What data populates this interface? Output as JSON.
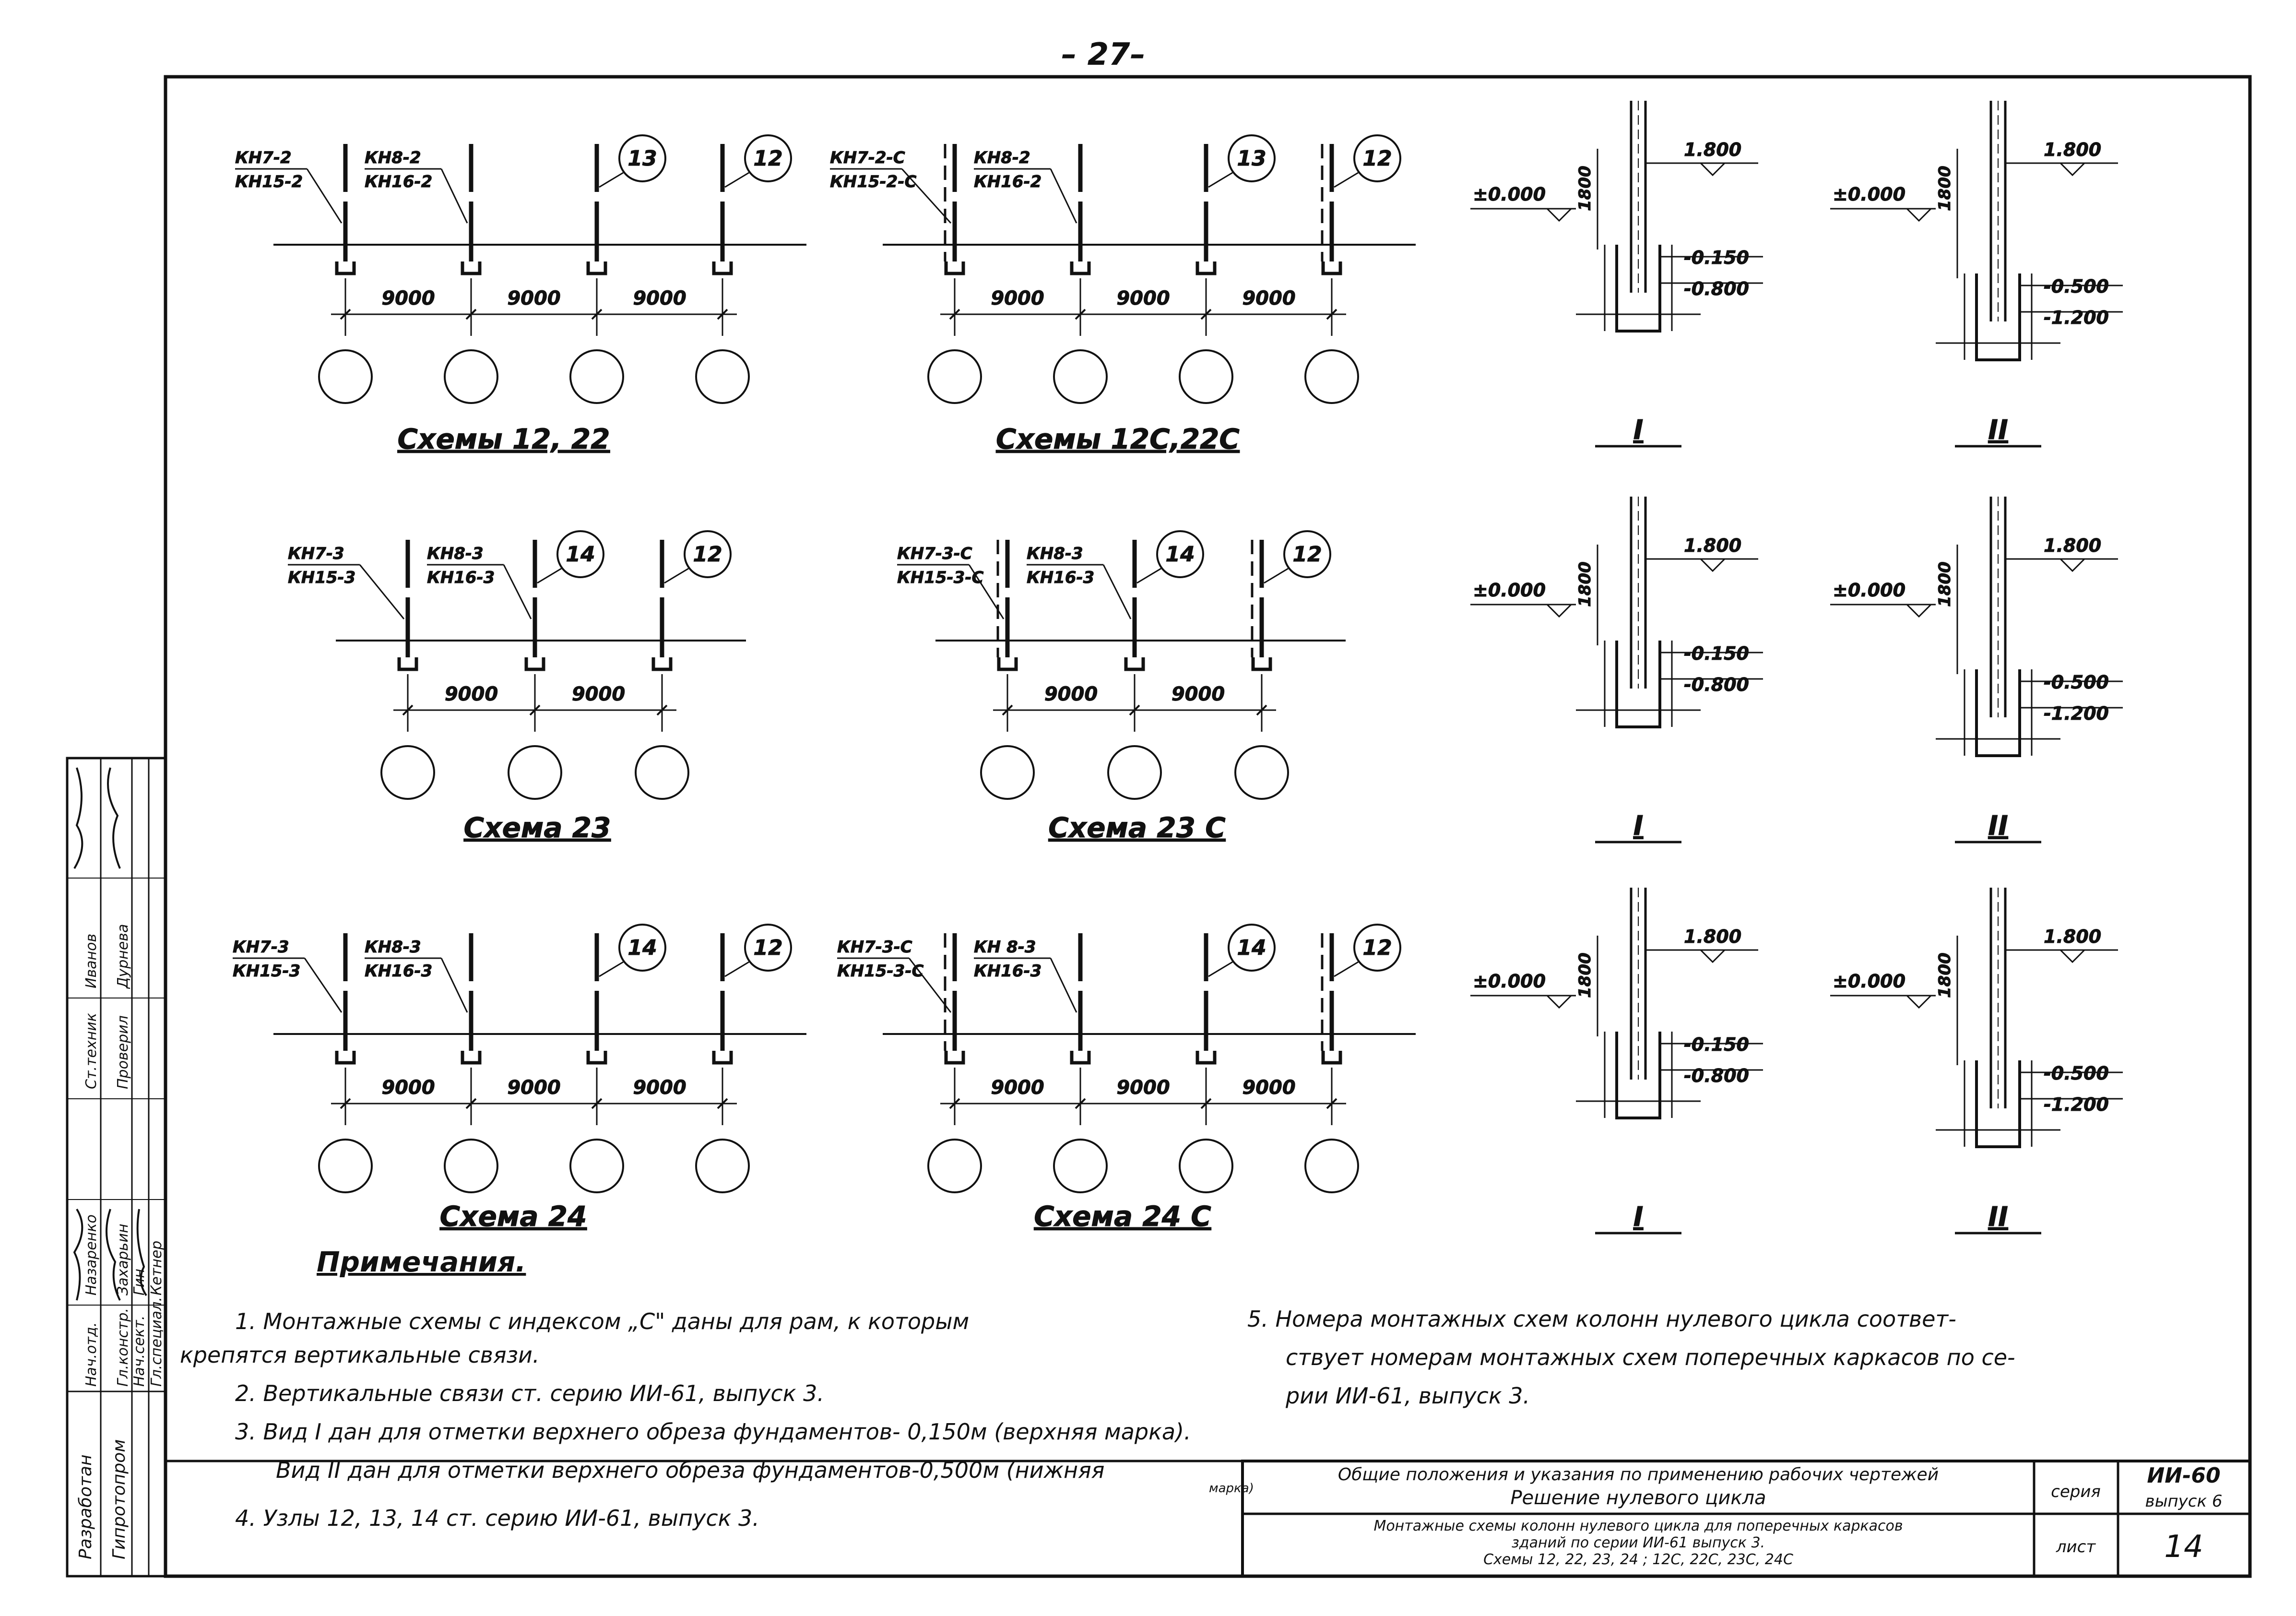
{
  "page_number": "– 27–",
  "schemes": [
    {
      "title": "Схемы 12, 22",
      "label_a1": "КН7-2",
      "label_a2": "КН15-2",
      "label_b1": "КН8-2",
      "label_b2": "КН16-2",
      "circle_a": "13",
      "circle_b": "12",
      "spans": [
        "9000",
        "9000",
        "9000"
      ]
    },
    {
      "title": "Схемы 12С,22С",
      "label_a1": "КН7-2-С",
      "label_a2": "КН15-2-С",
      "label_b1": "КН8-2",
      "label_b2": "КН16-2",
      "circle_a": "13",
      "circle_b": "12",
      "spans": [
        "9000",
        "9000",
        "9000"
      ]
    },
    {
      "title": "Схема 23",
      "label_a1": "КН7-3",
      "label_a2": "КН15-3",
      "label_b1": "КН8-3",
      "label_b2": "КН16-3",
      "circle_a": "14",
      "circle_b": "12",
      "spans": [
        "9000",
        "9000"
      ]
    },
    {
      "title": "Схема 23 С",
      "label_a1": "КН7-3-С",
      "label_a2": "КН15-3-С",
      "label_b1": "КН8-3",
      "label_b2": "КН16-3",
      "circle_a": "14",
      "circle_b": "12",
      "spans": [
        "9000",
        "9000"
      ]
    },
    {
      "title": "Схема 24",
      "label_a1": "КН7-3",
      "label_a2": "КН15-3",
      "label_b1": "КН8-3",
      "label_b2": "КН16-3",
      "circle_a": "14",
      "circle_b": "12",
      "spans": [
        "9000",
        "9000",
        "9000"
      ]
    },
    {
      "title": "Схема 24 С",
      "label_a1": "КН7-3-С",
      "label_a2": "КН15-3-С",
      "label_b1": "КН 8-3",
      "label_b2": "КН16-3",
      "circle_a": "14",
      "circle_b": "12",
      "spans": [
        "9000",
        "9000",
        "9000"
      ]
    }
  ],
  "details_I": {
    "zero": "±0.000",
    "top": "1.800",
    "height": "1800",
    "low1": "-0.150",
    "low2": "-0.800",
    "label": "I"
  },
  "details_II": {
    "zero": "±0.000",
    "top": "1.800",
    "height": "1800",
    "low1": "-0.500",
    "low2": "-1.200",
    "label": "II"
  },
  "notes": {
    "heading": "Примечания.",
    "n1a": "1.  Монтажные схемы с индексом „С\" даны для рам, к которым",
    "n1b": "крепятся вертикальные связи.",
    "n2": "2.  Вертикальные связи ст. серию ИИ-61, выпуск 3.",
    "n3a": "3.  Вид I дан для отметки верхнего обреза фундаментов- 0,150м (верхняя марка).",
    "n3b": "Вид II дан для отметки верхнего обреза фундаментов-0,500м (нижняя",
    "n3c": "марка)",
    "n4": "4.  Узлы  12, 13, 14  ст. серию  ИИ-61, выпуск 3.",
    "n5a": "5.   Номера  монтажных  схем  колонн  нулевого  цикла  соответ-",
    "n5b": "ствует  номерам  монтажных  схем  поперечных  каркасов  по  се-",
    "n5c": "рии  ИИ-61, выпуск 3."
  },
  "stamp": {
    "line1": "Общие положения и указания по применению рабочих чертежей",
    "line2": "Решение нулевого цикла",
    "line3": "Монтажные схемы колонн нулевого цикла для поперечных каркасов",
    "line4": "зданий  по  серии  ИИ-61  выпуск 3.",
    "line5": "Схемы  12, 22, 23, 24 ;  12С, 22С, 23С, 24С",
    "seria_label": "серия",
    "seria_value": "ИИ-60",
    "vypusk": "выпуск 6",
    "list_label": "лист",
    "list_value": "14"
  },
  "side": {
    "c1": [
      "Разработан",
      "Гипротопром"
    ],
    "c2": [
      "Нач.отд.",
      "Гл.констр.",
      "Нач.сект.",
      "Гл.специал.",
      "Ст.техник",
      "Проверил"
    ],
    "c3": [
      "Назаренко",
      "Захарьин",
      "Гин",
      "Кетнер",
      "Иванов",
      "Дурнева"
    ]
  }
}
